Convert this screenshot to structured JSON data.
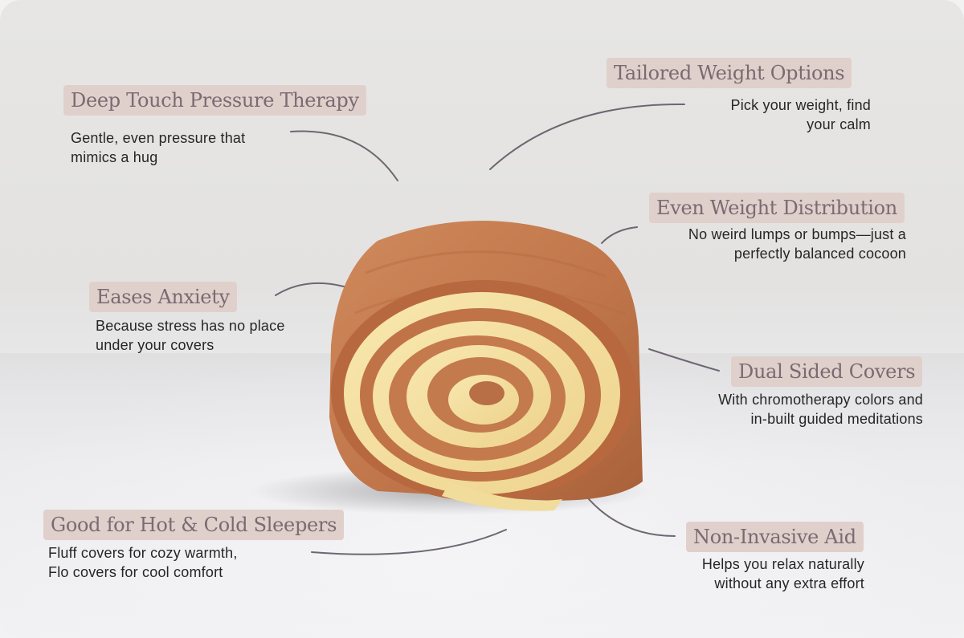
{
  "features": [
    {
      "title": "Deep Touch Pressure Therapy",
      "description": "Gentle, even pressure that\nmimics a hug"
    },
    {
      "title": "Tailored Weight Options",
      "description": "Pick your weight, find\nyour calm"
    },
    {
      "title": "Even Weight Distribution",
      "description": "No weird lumps or bumps—just a\nperfectly balanced cocoon"
    },
    {
      "title": "Eases Anxiety",
      "description": "Because stress has no place\nunder your covers"
    },
    {
      "title": "Dual Sided Covers",
      "description": "With chromotherapy colors and\nin-built guided meditations"
    },
    {
      "title": "Good for Hot & Cold Sleepers",
      "description": "Fluff covers for cozy warmth,\nFlo covers for cool comfort"
    },
    {
      "title": "Non-Invasive Aid",
      "description": "Helps you relax naturally\nwithout any extra effort"
    }
  ],
  "colors": {
    "tag_background": "#e0d0cb",
    "tag_text": "#7b6a72",
    "blanket_outer": "#c77d4f",
    "blanket_inner": "#f3dfa0",
    "connector_line": "#6e6672"
  }
}
